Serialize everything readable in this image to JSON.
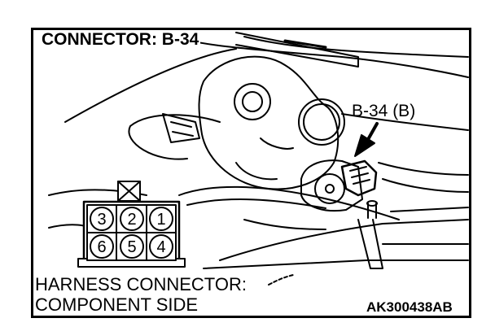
{
  "title": "CONNECTOR: B-34",
  "callout_label": "B-34 (B)",
  "harness_label_line1": "HARNESS CONNECTOR:",
  "harness_label_line2": "COMPONENT SIDE",
  "figure_id": "AK300438AB",
  "pins": {
    "top": [
      "3",
      "2",
      "1"
    ],
    "bottom": [
      "6",
      "5",
      "4"
    ]
  }
}
